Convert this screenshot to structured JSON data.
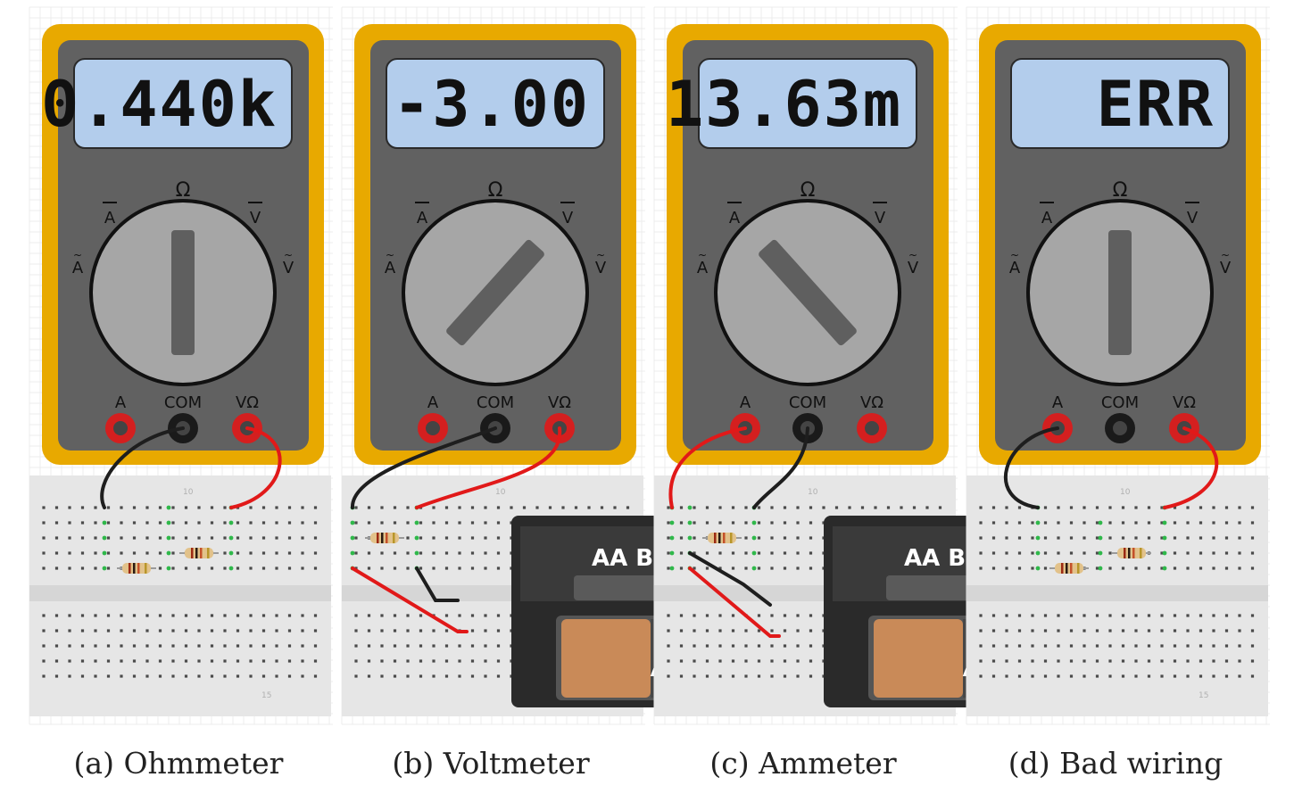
{
  "panels": [
    {
      "id": "a",
      "caption": "(a) Ohmmeter",
      "display": "0.440k",
      "dial_mode": "ohm",
      "jack_labels": [
        "A",
        "COM",
        "VΩ"
      ],
      "dial_labels": {
        "dc_amps": "A",
        "ohms": "Ω",
        "dc_volts": "V",
        "ac_amps": "A",
        "ac_volts": "V"
      },
      "battery": null,
      "probes": "resistance"
    },
    {
      "id": "b",
      "caption": "(b) Voltmeter",
      "display": "-3.00",
      "dial_mode": "dc_volts",
      "jack_labels": [
        "A",
        "COM",
        "VΩ"
      ],
      "dial_labels": {
        "dc_amps": "A",
        "ohms": "Ω",
        "dc_volts": "V",
        "ac_amps": "A",
        "ac_volts": "V"
      },
      "battery": {
        "label": "AA Batt",
        "label_flipped": "tery"
      },
      "probes": "voltage"
    },
    {
      "id": "c",
      "caption": "(c) Ammeter",
      "display": "13.63m",
      "dial_mode": "dc_amps",
      "jack_labels": [
        "A",
        "COM",
        "VΩ"
      ],
      "dial_labels": {
        "dc_amps": "A",
        "ohms": "Ω",
        "dc_volts": "V",
        "ac_amps": "A",
        "ac_volts": "V"
      },
      "battery": {
        "label": "AA Batt",
        "label_flipped": "tery"
      },
      "probes": "current"
    },
    {
      "id": "d",
      "caption": "(d) Bad wiring",
      "display": "ERR",
      "dial_mode": "ohm",
      "jack_labels": [
        "A",
        "COM",
        "VΩ"
      ],
      "dial_labels": {
        "dc_amps": "A",
        "ohms": "Ω",
        "dc_volts": "V",
        "ac_amps": "A",
        "ac_volts": "V"
      },
      "battery": null,
      "probes": "bad"
    }
  ],
  "colors": {
    "meter_body": "#e8a900",
    "meter_face": "#616161",
    "lcd": "#b3cdec",
    "dial": "#a6a6a6",
    "dial_knob": "#5f5f5f",
    "jack_red": "#d41f1f",
    "jack_black": "#1a1a1a",
    "wire_red": "#e11919",
    "wire_black": "#1e1e1e",
    "breadboard": "#e6e6e6",
    "hole": "#4a4a4a",
    "green_dot": "#2fb84a",
    "battery_case": "#2a2a2a",
    "battery_copper": "#c98a58"
  }
}
